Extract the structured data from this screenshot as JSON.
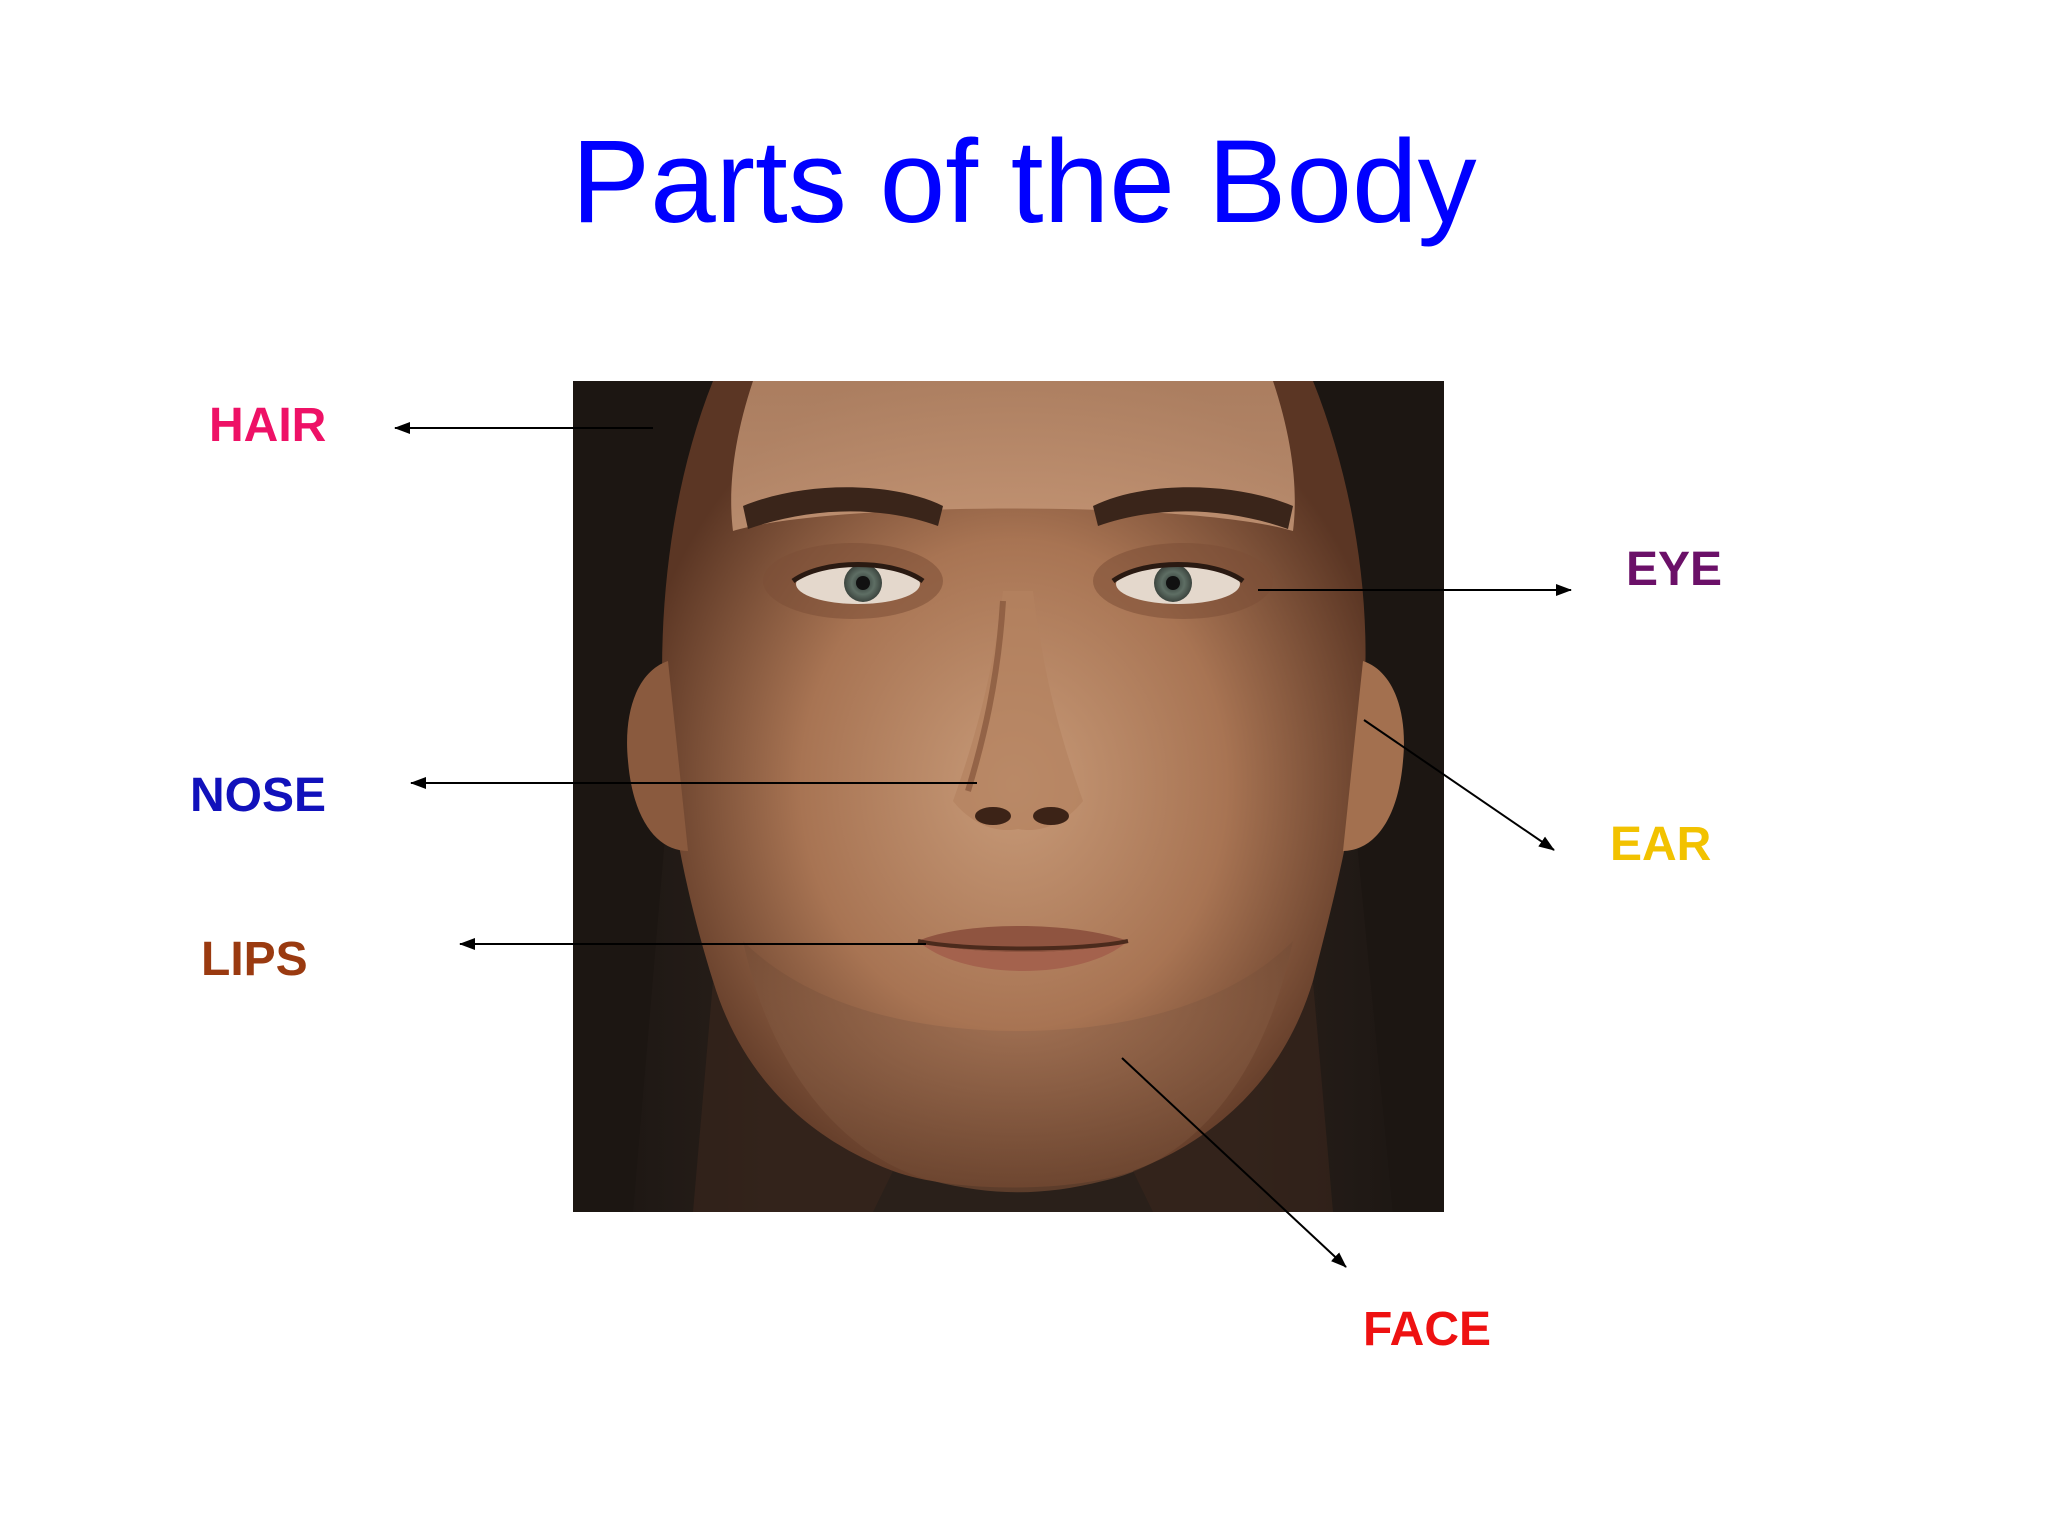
{
  "slide": {
    "title": "Parts of the Body",
    "title_color": "#0000ff"
  },
  "photo": {
    "subject": "male-face-closeup"
  },
  "labels": [
    {
      "key": "hair",
      "text": "HAIR",
      "color": "#ee1166"
    },
    {
      "key": "eye",
      "text": "EYE",
      "color": "#6b1068"
    },
    {
      "key": "nose",
      "text": "NOSE",
      "color": "#1111bb"
    },
    {
      "key": "ear",
      "text": "EAR",
      "color": "#f2c200"
    },
    {
      "key": "lips",
      "text": "LIPS",
      "color": "#9a3a10"
    },
    {
      "key": "face",
      "text": "FACE",
      "color": "#ee1111"
    }
  ]
}
